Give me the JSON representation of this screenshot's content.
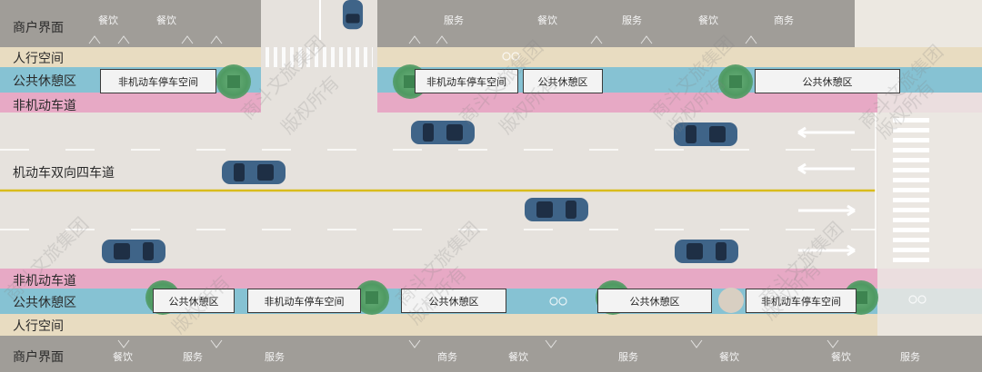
{
  "labels": {
    "shop_top": "商户界面",
    "ped_top": "人行空间",
    "rest_top": "公共休憩区",
    "bike_top": "非机动车道",
    "motor": "机动车双向四车道",
    "bike_bottom": "非机动车道",
    "rest_bottom": "公共休憩区",
    "ped_bottom": "人行空间",
    "shop_bottom": "商户界面"
  },
  "shop_top_labels": [
    "餐饮",
    "餐饮",
    "服务",
    "餐饮",
    "服务",
    "餐饮",
    "商务"
  ],
  "shop_bottom_labels": [
    "餐饮",
    "服务",
    "服务",
    "商务",
    "餐饮",
    "服务",
    "餐饮",
    "餐饮",
    "服务"
  ],
  "top_boxes": [
    "非机动车停车空间",
    "非机动车停车空间",
    "公共休憩区",
    "公共休憩区"
  ],
  "bottom_boxes": [
    "公共休憩区",
    "非机动车停车空间",
    "公共休憩区",
    "公共休憩区",
    "非机动车停车空间"
  ],
  "watermarks": [
    "商斗文旅集团",
    "版权所有",
    "商斗文旅集团",
    "版权所有",
    "商斗文旅集团",
    "版权所有",
    "商斗文旅集团",
    "版权所有",
    "商斗文旅集团",
    "版权所有",
    "商斗文旅集团",
    "版权所有"
  ],
  "colors": {
    "shop": "#9e9b97",
    "pedestrian": "#e8dcc1",
    "rest_zone": "#7fbfd2",
    "bike_lane": "#e7a8c4",
    "road": "#e4e1dc",
    "car": "#3f6488",
    "center_line": "#e0c227",
    "tree": "#4f9a62"
  }
}
